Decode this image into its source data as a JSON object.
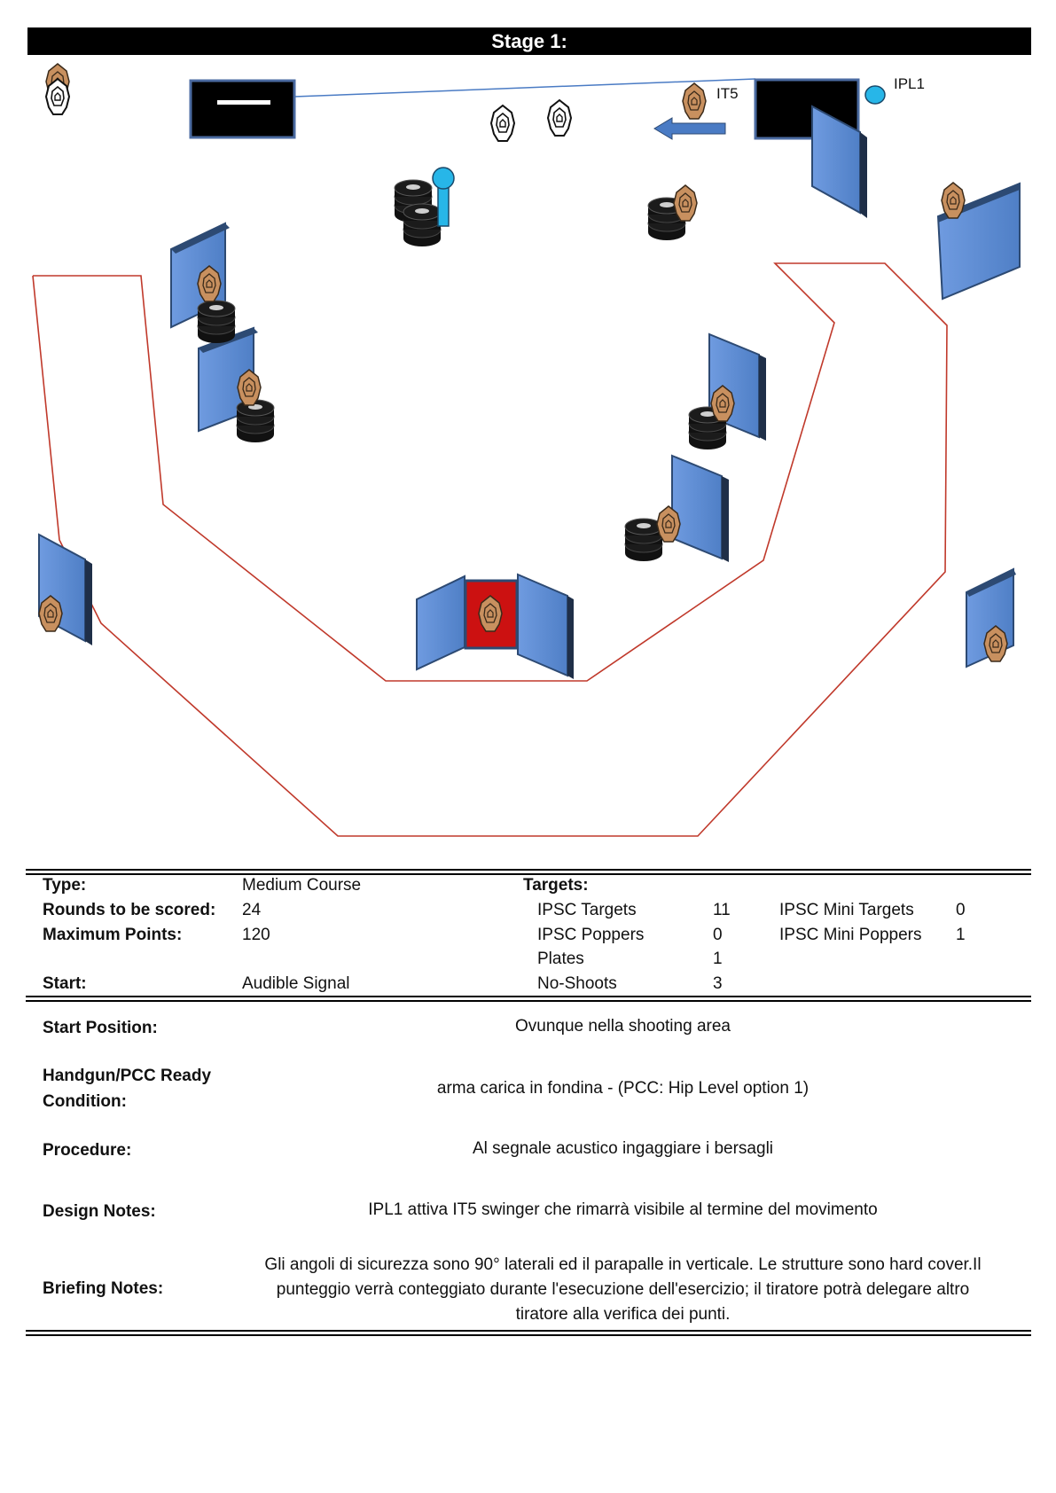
{
  "title": "Stage 1:",
  "diagram_labels": {
    "it5": "IT5",
    "ipl1": "IPL1"
  },
  "colors": {
    "wall_blue": "#5f8fd6",
    "wall_dark": "#2d4a73",
    "fault_line": "#c0392b",
    "target_tan": "#c8905f",
    "no_shoot_white": "#ffffff",
    "barrel_black": "#111111",
    "popper_cyan": "#27b6e8",
    "plate_cyan": "#27b6e8",
    "swinger_arrow": "#4a7bc4",
    "red_panel": "#cc1111"
  },
  "info": {
    "type_label": "Type:",
    "type_value": "Medium Course",
    "rounds_label": "Rounds to be scored:",
    "rounds_value": "24",
    "points_label": "Maximum Points:",
    "points_value": "120",
    "start_label": "Start:",
    "start_value": "Audible Signal",
    "targets_label": "Targets:",
    "targets": [
      {
        "name": "IPSC Targets",
        "count": "11"
      },
      {
        "name": "IPSC Poppers",
        "count": "0"
      },
      {
        "name": "Plates",
        "count": "1"
      },
      {
        "name": "No-Shoots",
        "count": "3"
      }
    ],
    "mini_targets": [
      {
        "name": "IPSC Mini Targets",
        "count": "0"
      },
      {
        "name": "IPSC Mini Poppers",
        "count": "1"
      }
    ]
  },
  "details": {
    "start_position_label": "Start Position:",
    "start_position_value": "Ovunque nella shooting area",
    "ready_label": "Handgun/PCC Ready Condition:",
    "ready_value": "arma carica in fondina - (PCC: Hip Level option 1)",
    "procedure_label": "Procedure:",
    "procedure_value": "Al segnale acustico ingaggiare i bersagli",
    "design_label": "Design Notes:",
    "design_value": "IPL1 attiva IT5 swinger che rimarrà visibile al termine del movimento",
    "briefing_label": "Briefing Notes:",
    "briefing_value": "Gli angoli di sicurezza sono 90° laterali ed il parapalle in verticale. Le strutture sono hard cover.Il punteggio verrà conteggiato durante l'esecuzione dell'esercizio; il tiratore potrà delegare altro tiratore alla verifica  dei punti."
  }
}
